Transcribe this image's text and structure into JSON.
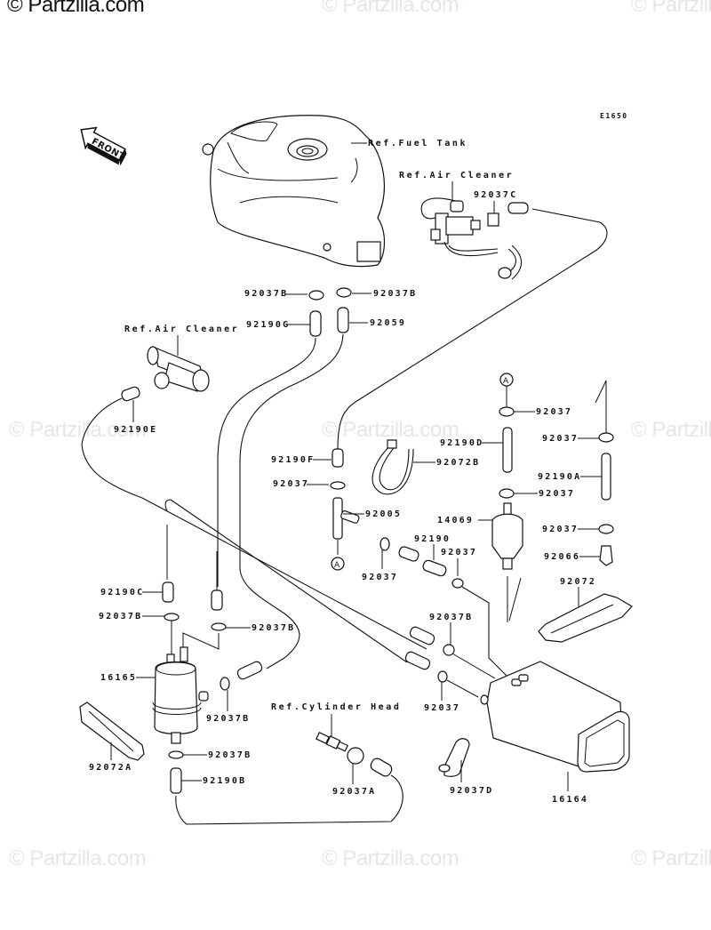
{
  "watermark": {
    "text": "© Partzilla.com",
    "header": "© Partzilla.com"
  },
  "diagram": {
    "code": "E1650",
    "front_arrow": "FRONT",
    "reference_labels": {
      "fuel_tank": "Ref.Fuel Tank",
      "air_cleaner_top": "Ref.Air Cleaner",
      "air_cleaner_left": "Ref.Air Cleaner",
      "cylinder_head": "Ref.Cylinder Head"
    },
    "connector_marker": "A",
    "parts": [
      {
        "id": "p01",
        "number": "92037C",
        "description": "clamp"
      },
      {
        "id": "p02",
        "number": "92037B",
        "description": "clamp (left top)"
      },
      {
        "id": "p03",
        "number": "92037B",
        "description": "clamp (right top)"
      },
      {
        "id": "p04",
        "number": "92190G",
        "description": "tube"
      },
      {
        "id": "p05",
        "number": "92059",
        "description": "tube"
      },
      {
        "id": "p06",
        "number": "92190E",
        "description": "tube"
      },
      {
        "id": "p07",
        "number": "92190F",
        "description": "tube"
      },
      {
        "id": "p08",
        "number": "92072B",
        "description": "band"
      },
      {
        "id": "p09",
        "number": "92037",
        "description": "clamp"
      },
      {
        "id": "p10",
        "number": "92005",
        "description": "T-joint"
      },
      {
        "id": "p11",
        "number": "92037",
        "description": "clamp (A top)"
      },
      {
        "id": "p12",
        "number": "92190D",
        "description": "tube"
      },
      {
        "id": "p13",
        "number": "92037",
        "description": "clamp"
      },
      {
        "id": "p14",
        "number": "14069",
        "description": "fuel filter"
      },
      {
        "id": "p15",
        "number": "92037",
        "description": "clamp (right column top)"
      },
      {
        "id": "p16",
        "number": "92190A",
        "description": "tube"
      },
      {
        "id": "p17",
        "number": "92037",
        "description": "clamp (right column bottom)"
      },
      {
        "id": "p18",
        "number": "92066",
        "description": "plug"
      },
      {
        "id": "p19",
        "number": "92190",
        "description": "tube"
      },
      {
        "id": "p20",
        "number": "92037",
        "description": "clamp"
      },
      {
        "id": "p21",
        "number": "92037",
        "description": "clamp"
      },
      {
        "id": "p22",
        "number": "92072",
        "description": "band"
      },
      {
        "id": "p23",
        "number": "92190C",
        "description": "tube"
      },
      {
        "id": "p24",
        "number": "92037B",
        "description": "clamp"
      },
      {
        "id": "p25",
        "number": "92037B",
        "description": "clamp"
      },
      {
        "id": "p26",
        "number": "16165",
        "description": "fuel pump"
      },
      {
        "id": "p27",
        "number": "92037B",
        "description": "clamp"
      },
      {
        "id": "p28",
        "number": "92037B",
        "description": "clamp"
      },
      {
        "id": "p29",
        "number": "92037",
        "description": "clamp"
      },
      {
        "id": "p30",
        "number": "92072A",
        "description": "band"
      },
      {
        "id": "p31",
        "number": "92037B",
        "description": "clamp"
      },
      {
        "id": "p32",
        "number": "92190B",
        "description": "tube"
      },
      {
        "id": "p33",
        "number": "92037A",
        "description": "clamp"
      },
      {
        "id": "p34",
        "number": "92037D",
        "description": "clamp"
      },
      {
        "id": "p35",
        "number": "16164",
        "description": "canister"
      }
    ]
  }
}
